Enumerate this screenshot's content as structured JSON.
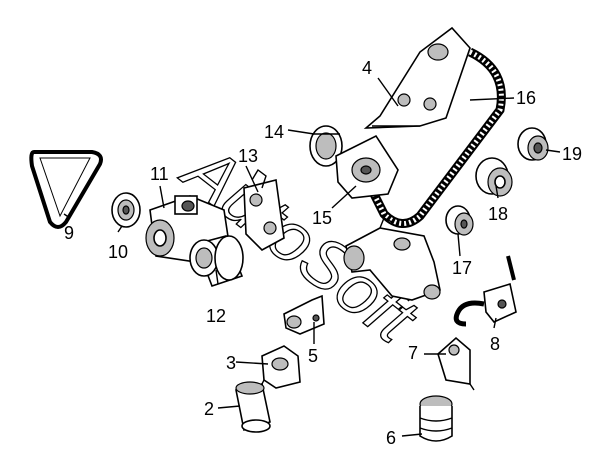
{
  "watermark": {
    "text": "AutoSoft"
  },
  "callouts": [
    {
      "id": "1",
      "label": "2"
    },
    {
      "id": "2",
      "label": "3"
    },
    {
      "id": "3",
      "label": "4"
    },
    {
      "id": "4",
      "label": "5"
    },
    {
      "id": "5",
      "label": "6"
    },
    {
      "id": "6",
      "label": "7"
    },
    {
      "id": "7",
      "label": "8"
    },
    {
      "id": "8",
      "label": "9"
    },
    {
      "id": "9",
      "label": "10"
    },
    {
      "id": "10",
      "label": "11"
    },
    {
      "id": "11",
      "label": "12"
    },
    {
      "id": "12",
      "label": "13"
    },
    {
      "id": "13",
      "label": "14"
    },
    {
      "id": "14",
      "label": "15"
    },
    {
      "id": "15",
      "label": "16"
    },
    {
      "id": "16",
      "label": "17"
    },
    {
      "id": "17",
      "label": "18"
    },
    {
      "id": "18",
      "label": "19"
    }
  ]
}
